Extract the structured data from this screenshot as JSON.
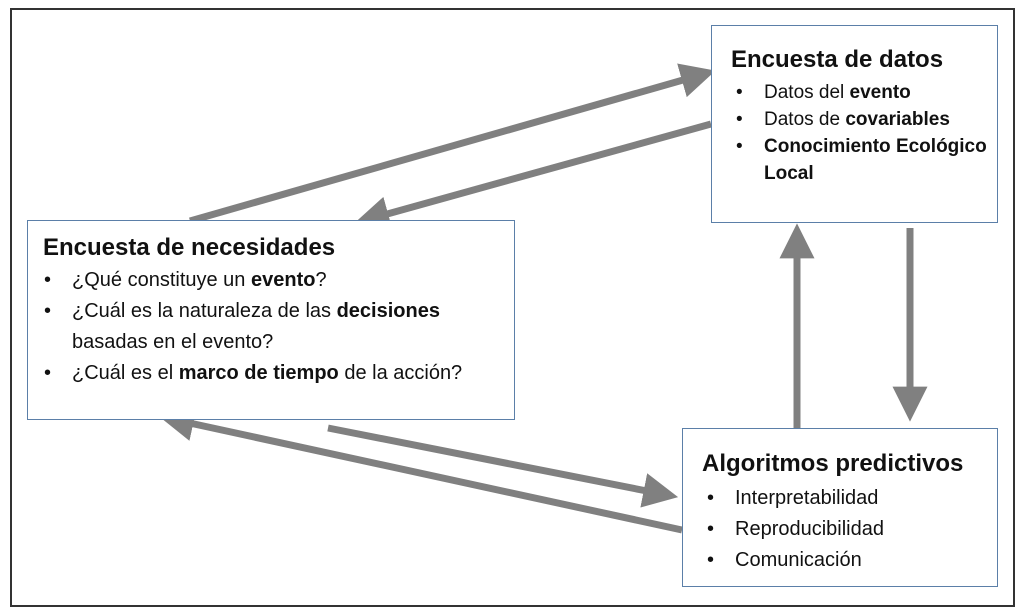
{
  "boxes": {
    "datos": {
      "title": "Encuesta de datos",
      "items": [
        {
          "pre": "Datos del ",
          "bold": "evento",
          "post": ""
        },
        {
          "pre": "Datos de ",
          "bold": "covariables",
          "post": ""
        },
        {
          "pre": "",
          "bold": "Conocimiento Ecológico Local",
          "post": ""
        }
      ]
    },
    "necesidades": {
      "title": "Encuesta de necesidades",
      "items": [
        {
          "pre": "¿Qué constituye un ",
          "bold": "evento",
          "post": "?"
        },
        {
          "pre": "¿Cuál es la naturaleza de las ",
          "bold": "decisiones",
          "post": " basadas en el evento?"
        },
        {
          "pre": "¿Cuál es el ",
          "bold": "marco de tiempo",
          "post": " de la acción?"
        }
      ]
    },
    "algoritmos": {
      "title": "Algoritmos predictivos",
      "items": [
        {
          "pre": "Interpretabilidad",
          "bold": "",
          "post": ""
        },
        {
          "pre": "Reproducibilidad",
          "bold": "",
          "post": ""
        },
        {
          "pre": "Comunicación",
          "bold": "",
          "post": ""
        }
      ]
    }
  },
  "arrow_color": "#808080",
  "box_border_color": "#5b7fa8"
}
